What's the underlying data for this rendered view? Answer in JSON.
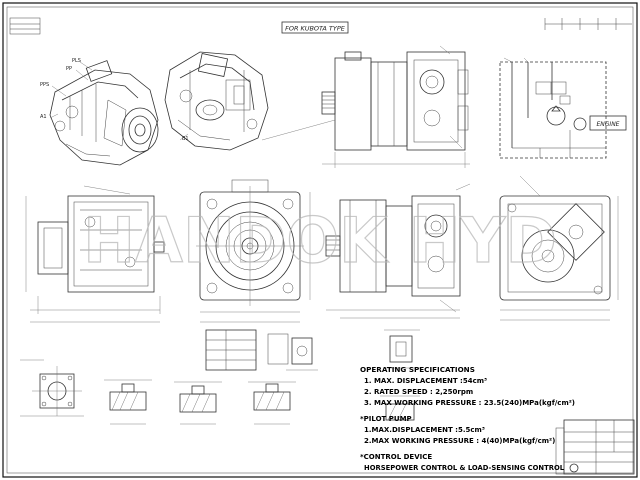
{
  "header": {
    "title": "FOR KUBOTA TYPE"
  },
  "watermark": {
    "text": "HANDOK HYD"
  },
  "port_labels": {
    "pls": "PLS",
    "pp": "PP",
    "pps": "PPS",
    "a1": "A1",
    "b1": "B1",
    "engine": "ENGINE"
  },
  "specs": {
    "heading": "OPERATING SPECIFICATIONS",
    "lines": [
      "1. MAX. DISPLACEMENT :54cm³",
      "2. RATED SPEED : 2,250rpm",
      "3. MAX WORKING PRESSURE : 23.5(240)MPa(kgf/cm²)"
    ]
  },
  "pilot": {
    "heading": "*PILOT PUMP",
    "lines": [
      "1.MAX.DISPLACEMENT :5.5cm³",
      "2.MAX WORKING PRESSURE : 4(40)MPa(kgf/cm²)"
    ]
  },
  "control": {
    "heading": "*CONTROL DEVICE",
    "lines": [
      "HORSEPOWER CONTROL & LOAD-SENSING CONTROL"
    ]
  }
}
